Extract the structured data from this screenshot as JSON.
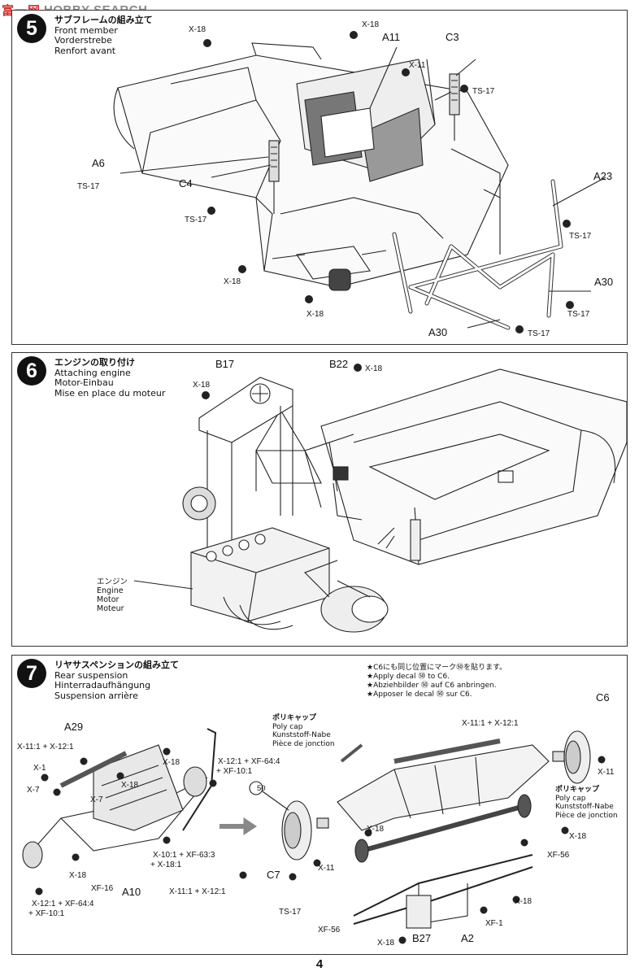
{
  "watermark": {
    "main": "富一网",
    "site": "HOBBY SEARCH"
  },
  "steps": [
    {
      "number": "5",
      "title_jp": "サブフレームの組み立て",
      "title_en": "Front member",
      "title_de": "Vorderstrebe",
      "title_fr": "Renfort avant",
      "labels": {
        "x18_a": "X-18",
        "x18_b": "X-18",
        "a11": "A11",
        "c3": "C3",
        "x11": "X-11",
        "ts17_a": "TS-17",
        "a6": "A6",
        "ts17_b": "TS-17",
        "c4": "C4",
        "ts17_c": "TS-17",
        "a23": "A23",
        "ts17_d": "TS-17",
        "x18_c": "X-18",
        "x18_d": "X-18",
        "a30_a": "A30",
        "ts17_e": "TS-17",
        "a30_b": "A30",
        "ts17_f": "TS-17"
      }
    },
    {
      "number": "6",
      "title_jp": "エンジンの取り付け",
      "title_en": "Attaching engine",
      "title_de": "Motor-Einbau",
      "title_fr": "Mise en place du moteur",
      "labels": {
        "b17": "B17",
        "b22": "B22",
        "x18_a": "X-18",
        "x18_b": "X-18",
        "engine_jp": "エンジン",
        "engine_en": "Engine",
        "engine_de": "Motor",
        "engine_fr": "Moteur"
      }
    },
    {
      "number": "7",
      "title_jp": "リヤサスペンションの組み立て",
      "title_en": "Rear suspension",
      "title_de": "Hinterradaufhängung",
      "title_fr": "Suspension arrière",
      "decal_notes": [
        "★C6にも同じ位置にマーク㊿を貼ります。",
        "★Apply decal ㊿ to C6.",
        "★Abziehbilder ㊿ auf C6 anbringen.",
        "★Apposer le decal ㊿ sur C6."
      ],
      "polycap_left": {
        "jp": "ポリキャップ",
        "en": "Poly cap",
        "de": "Kunststoff-Nabe",
        "fr": "Pièce de jonction"
      },
      "polycap_right": {
        "jp": "ポリキャップ",
        "en": "Poly cap",
        "de": "Kunststoff-Nabe",
        "fr": "Pièce de jonction"
      },
      "labels": {
        "a29": "A29",
        "x11_x12_a": "X-11:1 + X-12:1",
        "x18_a": "X-18",
        "x1": "X-1",
        "x18_b": "X-18",
        "x7_a": "X-7",
        "x7_b": "X-7",
        "x18_c": "X-18",
        "xf16": "XF-16",
        "a10": "A10",
        "x12_xf64_a": "X-12:1 + XF-64:4",
        "xf10_a": "+ XF-10:1",
        "x12_xf64_b": "X-12:1 + XF-64:4",
        "xf10_b": "+ XF-10:1",
        "x10_xf63": "X-10:1 + XF-63:3",
        "x18_1": "+ X-18:1",
        "x11_x12_b": "X-11:1 + X-12:1",
        "c7": "C7",
        "ts17": "TS-17",
        "x11": "X-11",
        "decal": "50",
        "x11_x12_c": "X-11:1 + X-12:1",
        "c6": "C6",
        "x11_b": "X-11",
        "x18_d": "X-18",
        "x18_e": "X-18",
        "xf56_a": "XF-56",
        "xf56_b": "XF-56",
        "x18_f": "X-18",
        "xf1": "XF-1",
        "x18_g": "X-18",
        "b27": "B27",
        "a2": "A2"
      }
    }
  ],
  "page_number": "4"
}
